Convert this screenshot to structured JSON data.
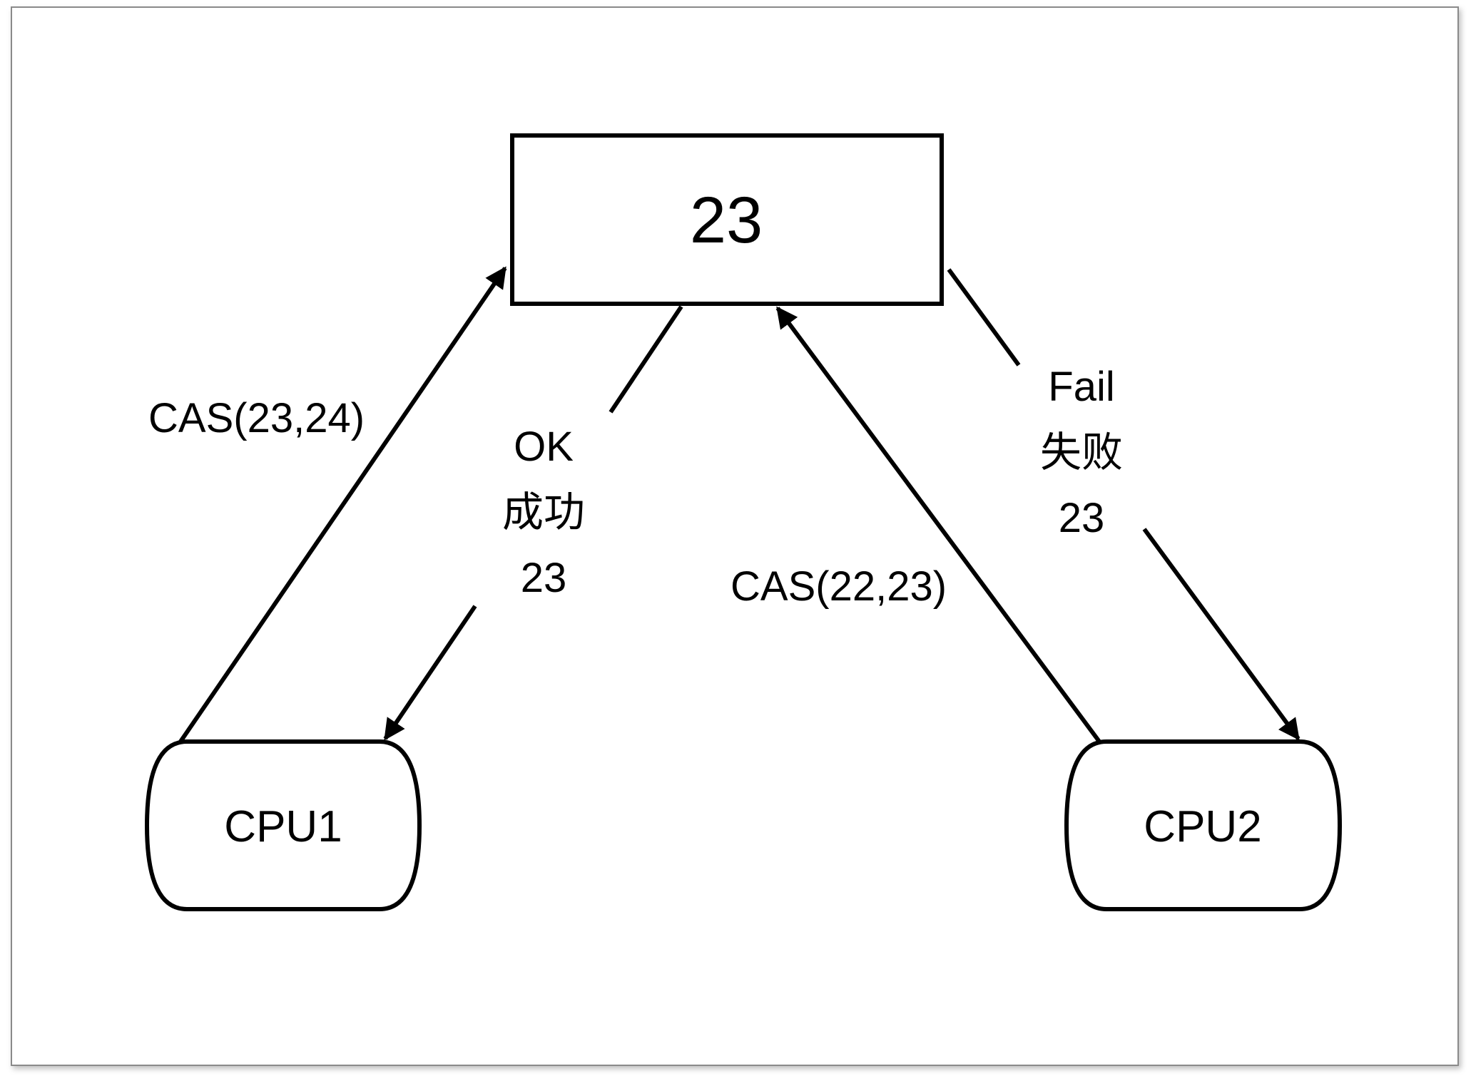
{
  "memory_value": "23",
  "cpu1_label": "CPU1",
  "cpu2_label": "CPU2",
  "cpu1_request": "CAS(23,24)",
  "cpu1_response": {
    "status_en": "OK",
    "status_zh": "成功",
    "value": "23"
  },
  "cpu2_request": "CAS(22,23)",
  "cpu2_response": {
    "status_en": "Fail",
    "status_zh": "失败",
    "value": "23"
  },
  "colors": {
    "stroke": "#000000",
    "background": "#ffffff",
    "frame": "#8a8a8a"
  }
}
